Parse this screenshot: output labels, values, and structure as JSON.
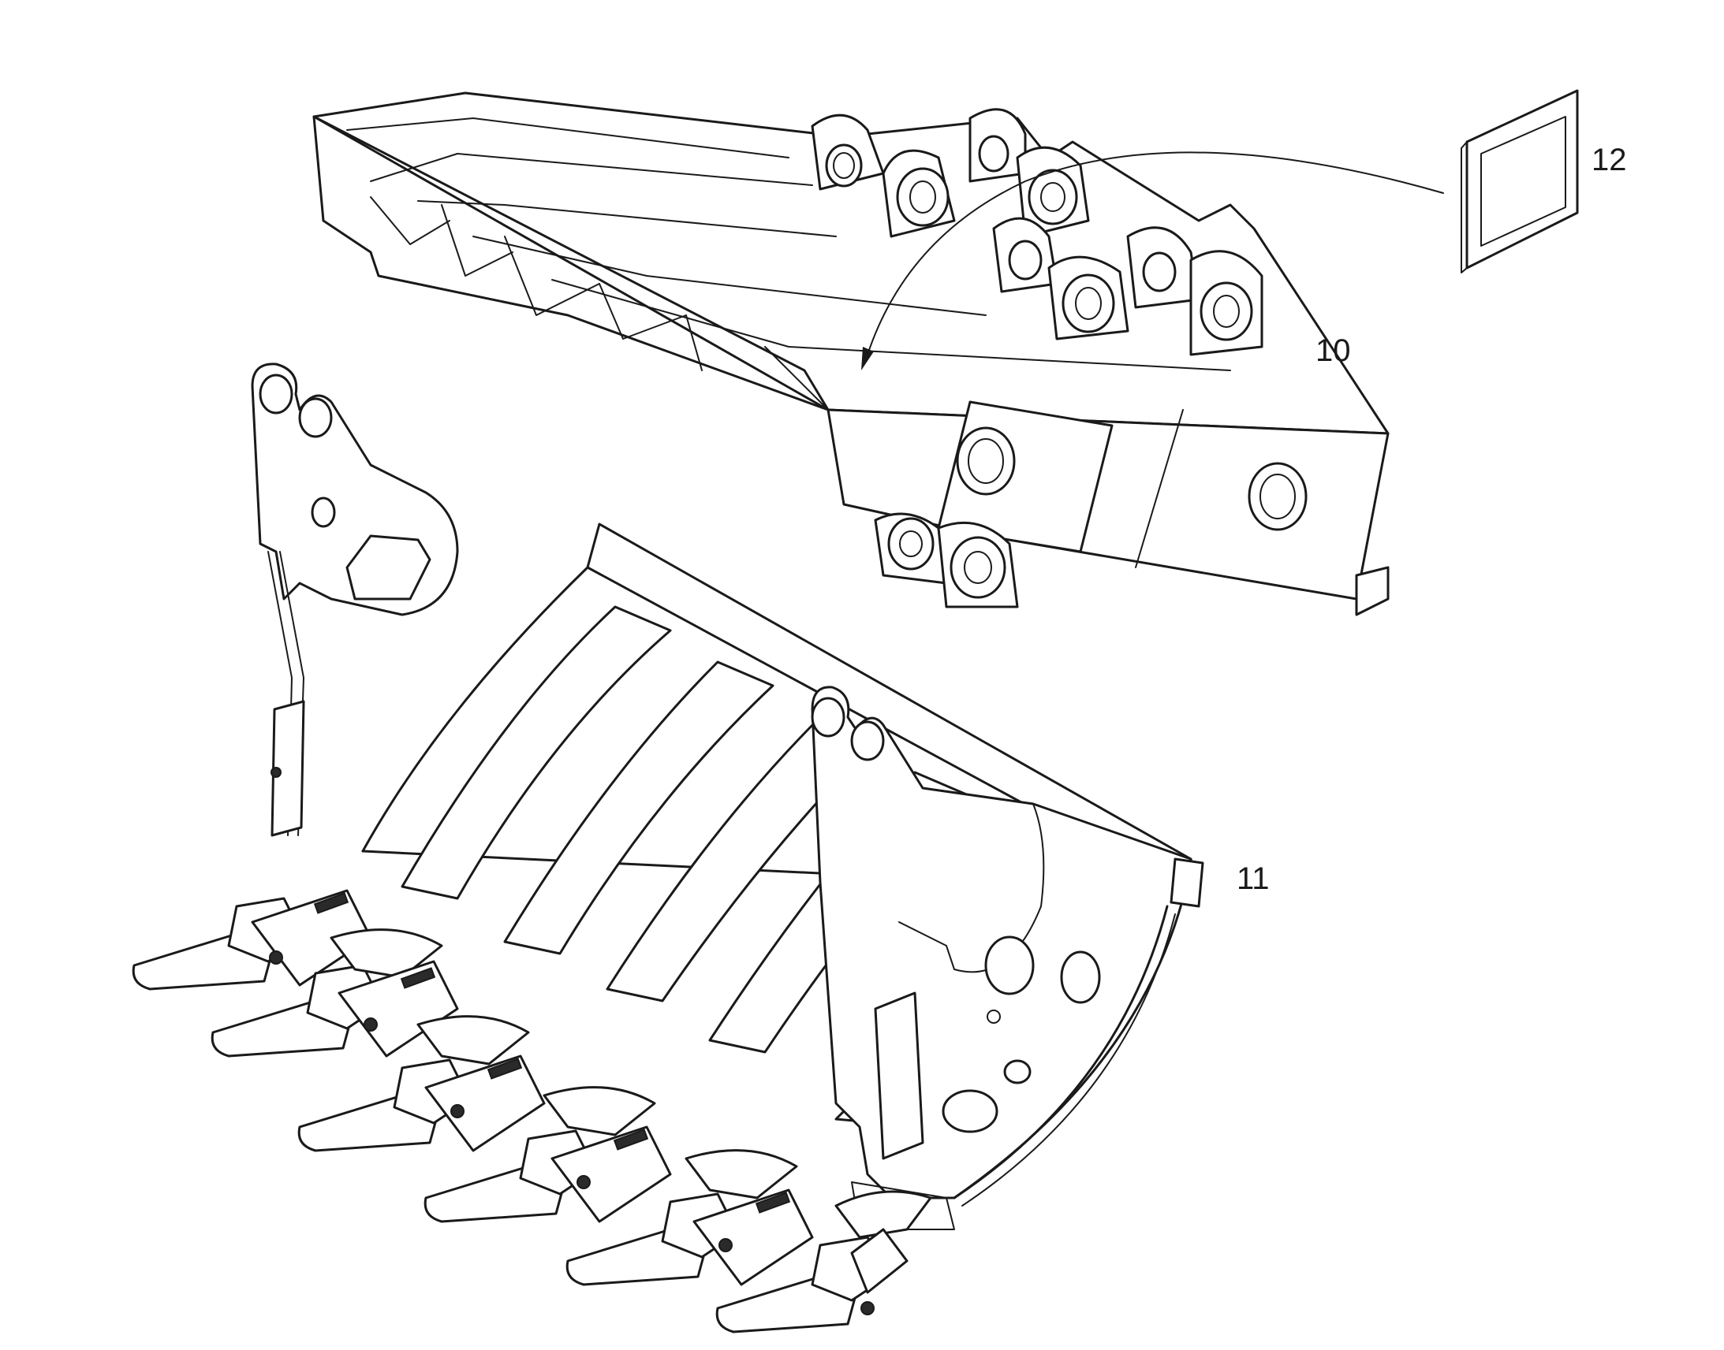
{
  "callouts": {
    "frame": "10",
    "bucket": "11",
    "plate": "12"
  }
}
